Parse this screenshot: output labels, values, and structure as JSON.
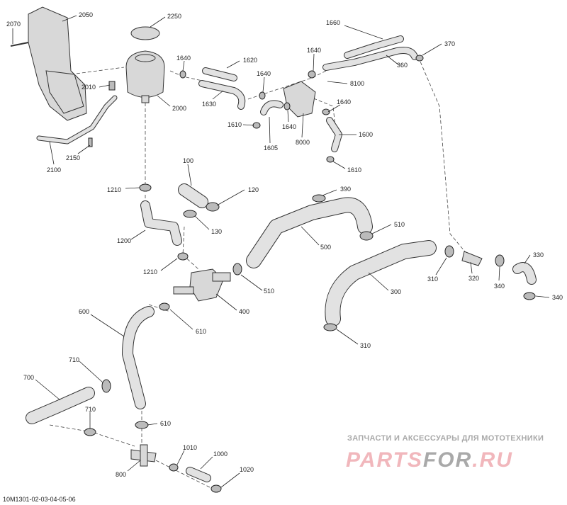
{
  "labels": [
    "2070",
    "2050",
    "2250",
    "1640",
    "1620",
    "1640",
    "1640",
    "1660",
    "370",
    "360",
    "8100",
    "2010",
    "2000",
    "1630",
    "1640",
    "1610",
    "1640",
    "1605",
    "8000",
    "1600",
    "1610",
    "2150",
    "2100",
    "100",
    "390",
    "120",
    "1210",
    "510",
    "130",
    "1200",
    "500",
    "330",
    "1210",
    "310",
    "320",
    "340",
    "510",
    "300",
    "340",
    "400",
    "600",
    "610",
    "310",
    "710",
    "700",
    "710",
    "610",
    "1010",
    "1000",
    "800",
    "1020"
  ],
  "reference_code": "10M1301-02-03-04-05-06",
  "watermark": {
    "tagline": "ЗАПЧАСТИ И АКСЕССУАРЫ ДЛЯ МОТОТЕХНИКИ",
    "logo_part1": "PARTS",
    "logo_part2": "FOR",
    "logo_part3": ".RU"
  }
}
